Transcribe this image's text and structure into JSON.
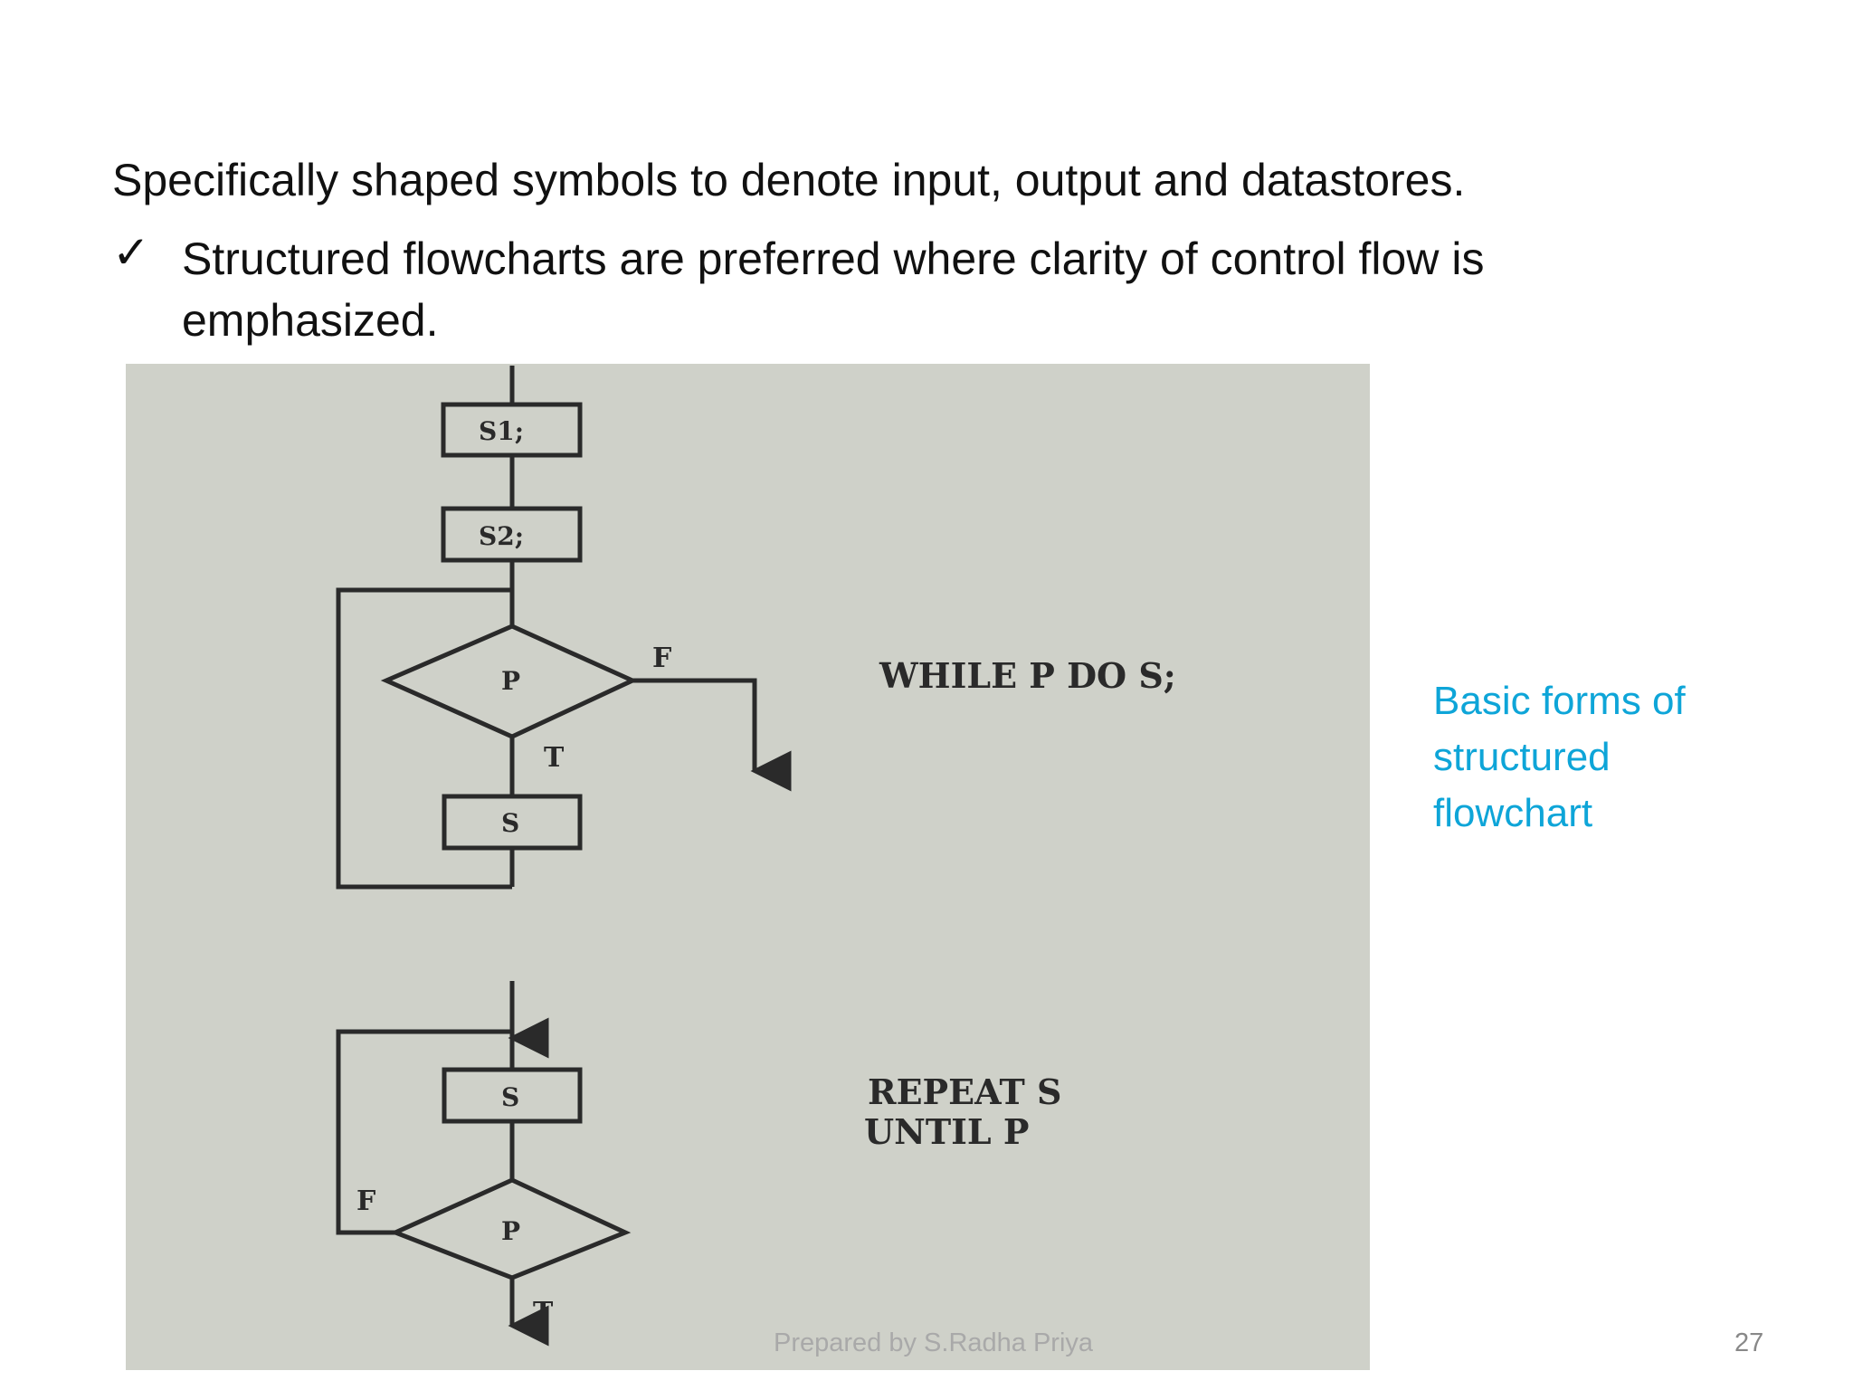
{
  "slide": {
    "line1": "Specifically shaped symbols to denote input, output and datastores.",
    "bullet_mark": "✓",
    "line2": "Structured flowcharts are preferred where clarity of control flow is emphasized.",
    "caption": [
      "Basic forms of",
      "structured",
      "flowchart"
    ],
    "footer": "Prepared by S.Radha Priya",
    "page_number": "27"
  },
  "figure": {
    "while_block": {
      "box1": "S1;",
      "box1_sub": "1",
      "box2": "S2;",
      "box2_sub": "2",
      "decision": "P",
      "false_label": "F",
      "true_label": "T",
      "body": "S",
      "code": "WHILE P DO S;"
    },
    "repeat_block": {
      "body": "S",
      "decision": "P",
      "false_label": "F",
      "true_label": "T",
      "code_line1": "REPEAT S",
      "code_line2": "UNTIL P"
    }
  },
  "colors": {
    "text": "#111111",
    "caption": "#0ea5d8",
    "footer": "#a9a9a9",
    "photo_background": "#d3d5cd",
    "ink": "#2a2a2a"
  }
}
